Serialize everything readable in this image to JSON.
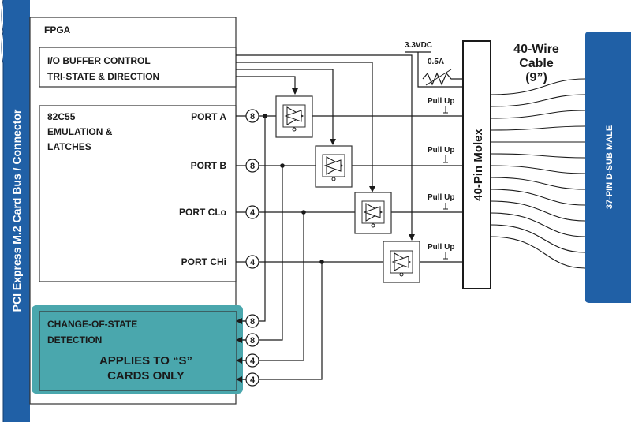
{
  "bus_label": "PCI Express M.2 Card Bus / Connector",
  "fpga_label": "FPGA",
  "io_buffer": {
    "line1": "I/O BUFFER CONTROL",
    "line2": "TRI-STATE & DIRECTION"
  },
  "emulation": {
    "line1": "82C55",
    "line2": "EMULATION &",
    "line3": "LATCHES"
  },
  "ports": [
    {
      "label": "PORT A",
      "width": "8"
    },
    {
      "label": "PORT B",
      "width": "8"
    },
    {
      "label": "PORT CLo",
      "width": "4"
    },
    {
      "label": "PORT CHi",
      "width": "4"
    }
  ],
  "cos": {
    "line1": "CHANGE-OF-STATE",
    "line2": "DETECTION",
    "note1": "APPLIES TO “S”",
    "note2": "CARDS ONLY",
    "inputs": [
      "8",
      "8",
      "4",
      "4"
    ]
  },
  "pullup_label": "Pull Up",
  "power": {
    "voltage": "3.3VDC",
    "fuse": "0.5A"
  },
  "molex_label": "40-Pin Molex",
  "cable": {
    "line1": "40-Wire",
    "line2": "Cable",
    "line3": "(9”)"
  },
  "dsub_label": "37-PIN D-SUB MALE",
  "colors": {
    "bus_blue": "#2060a6",
    "cos_teal": "#4aa7ad",
    "line": "#1a1a1a"
  }
}
